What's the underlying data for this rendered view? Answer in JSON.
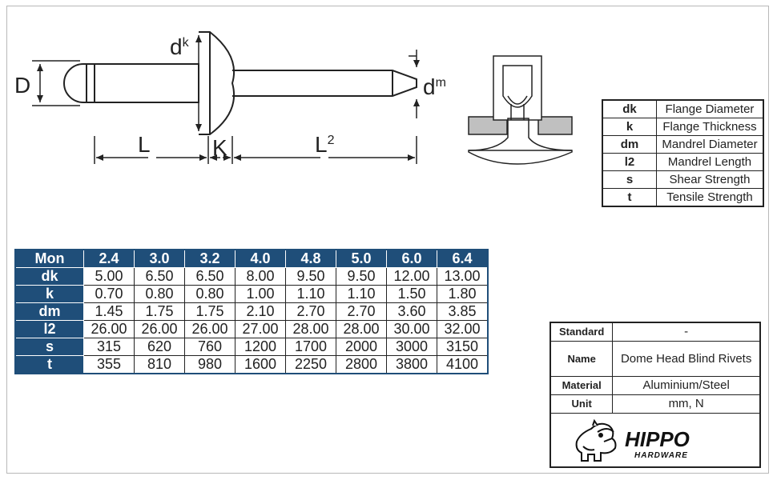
{
  "drawing": {
    "labels": {
      "D": "D",
      "dk": "d",
      "dk_sup": "k",
      "dm": "d",
      "dm_sup": "m",
      "L": "L",
      "K": "K",
      "L2": "L",
      "L2_sup": "2"
    },
    "colors": {
      "line": "#222222",
      "metal": "#c0c0c0",
      "white": "#ffffff"
    }
  },
  "legend": [
    {
      "key": "dk",
      "value": "Flange Diameter"
    },
    {
      "key": "k",
      "value": "Flange Thickness"
    },
    {
      "key": "dm",
      "value": "Mandrel Diameter"
    },
    {
      "key": "l2",
      "value": "Mandrel Length"
    },
    {
      "key": "s",
      "value": "Shear Strength"
    },
    {
      "key": "t",
      "value": "Tensile Strength"
    }
  ],
  "spec_table": {
    "header_label": "Mon",
    "columns": [
      "2.4",
      "3.0",
      "3.2",
      "4.0",
      "4.8",
      "5.0",
      "6.0",
      "6.4"
    ],
    "rows": [
      {
        "label": "dk",
        "values": [
          "5.00",
          "6.50",
          "6.50",
          "8.00",
          "9.50",
          "9.50",
          "12.00",
          "13.00"
        ]
      },
      {
        "label": "k",
        "values": [
          "0.70",
          "0.80",
          "0.80",
          "1.00",
          "1.10",
          "1.10",
          "1.50",
          "1.80"
        ]
      },
      {
        "label": "dm",
        "values": [
          "1.45",
          "1.75",
          "1.75",
          "2.10",
          "2.70",
          "2.70",
          "3.60",
          "3.85"
        ]
      },
      {
        "label": "l2",
        "values": [
          "26.00",
          "26.00",
          "26.00",
          "27.00",
          "28.00",
          "28.00",
          "30.00",
          "32.00"
        ]
      },
      {
        "label": "s",
        "values": [
          "315",
          "620",
          "760",
          "1200",
          "1700",
          "2000",
          "3000",
          "3150"
        ]
      },
      {
        "label": "t",
        "values": [
          "355",
          "810",
          "980",
          "1600",
          "2250",
          "2800",
          "3800",
          "4100"
        ]
      }
    ],
    "header_color": "#1f4e79"
  },
  "info": {
    "standard_label": "Standard",
    "standard_value": "-",
    "name_label": "Name",
    "name_value": "Dome Head Blind Rivets",
    "material_label": "Material",
    "material_value": "Aluminium/Steel",
    "unit_label": "Unit",
    "unit_value": "mm, N"
  },
  "logo": {
    "text_main": "HIPPO",
    "text_sub": "HARDWARE",
    "icon": "hippo-icon"
  }
}
